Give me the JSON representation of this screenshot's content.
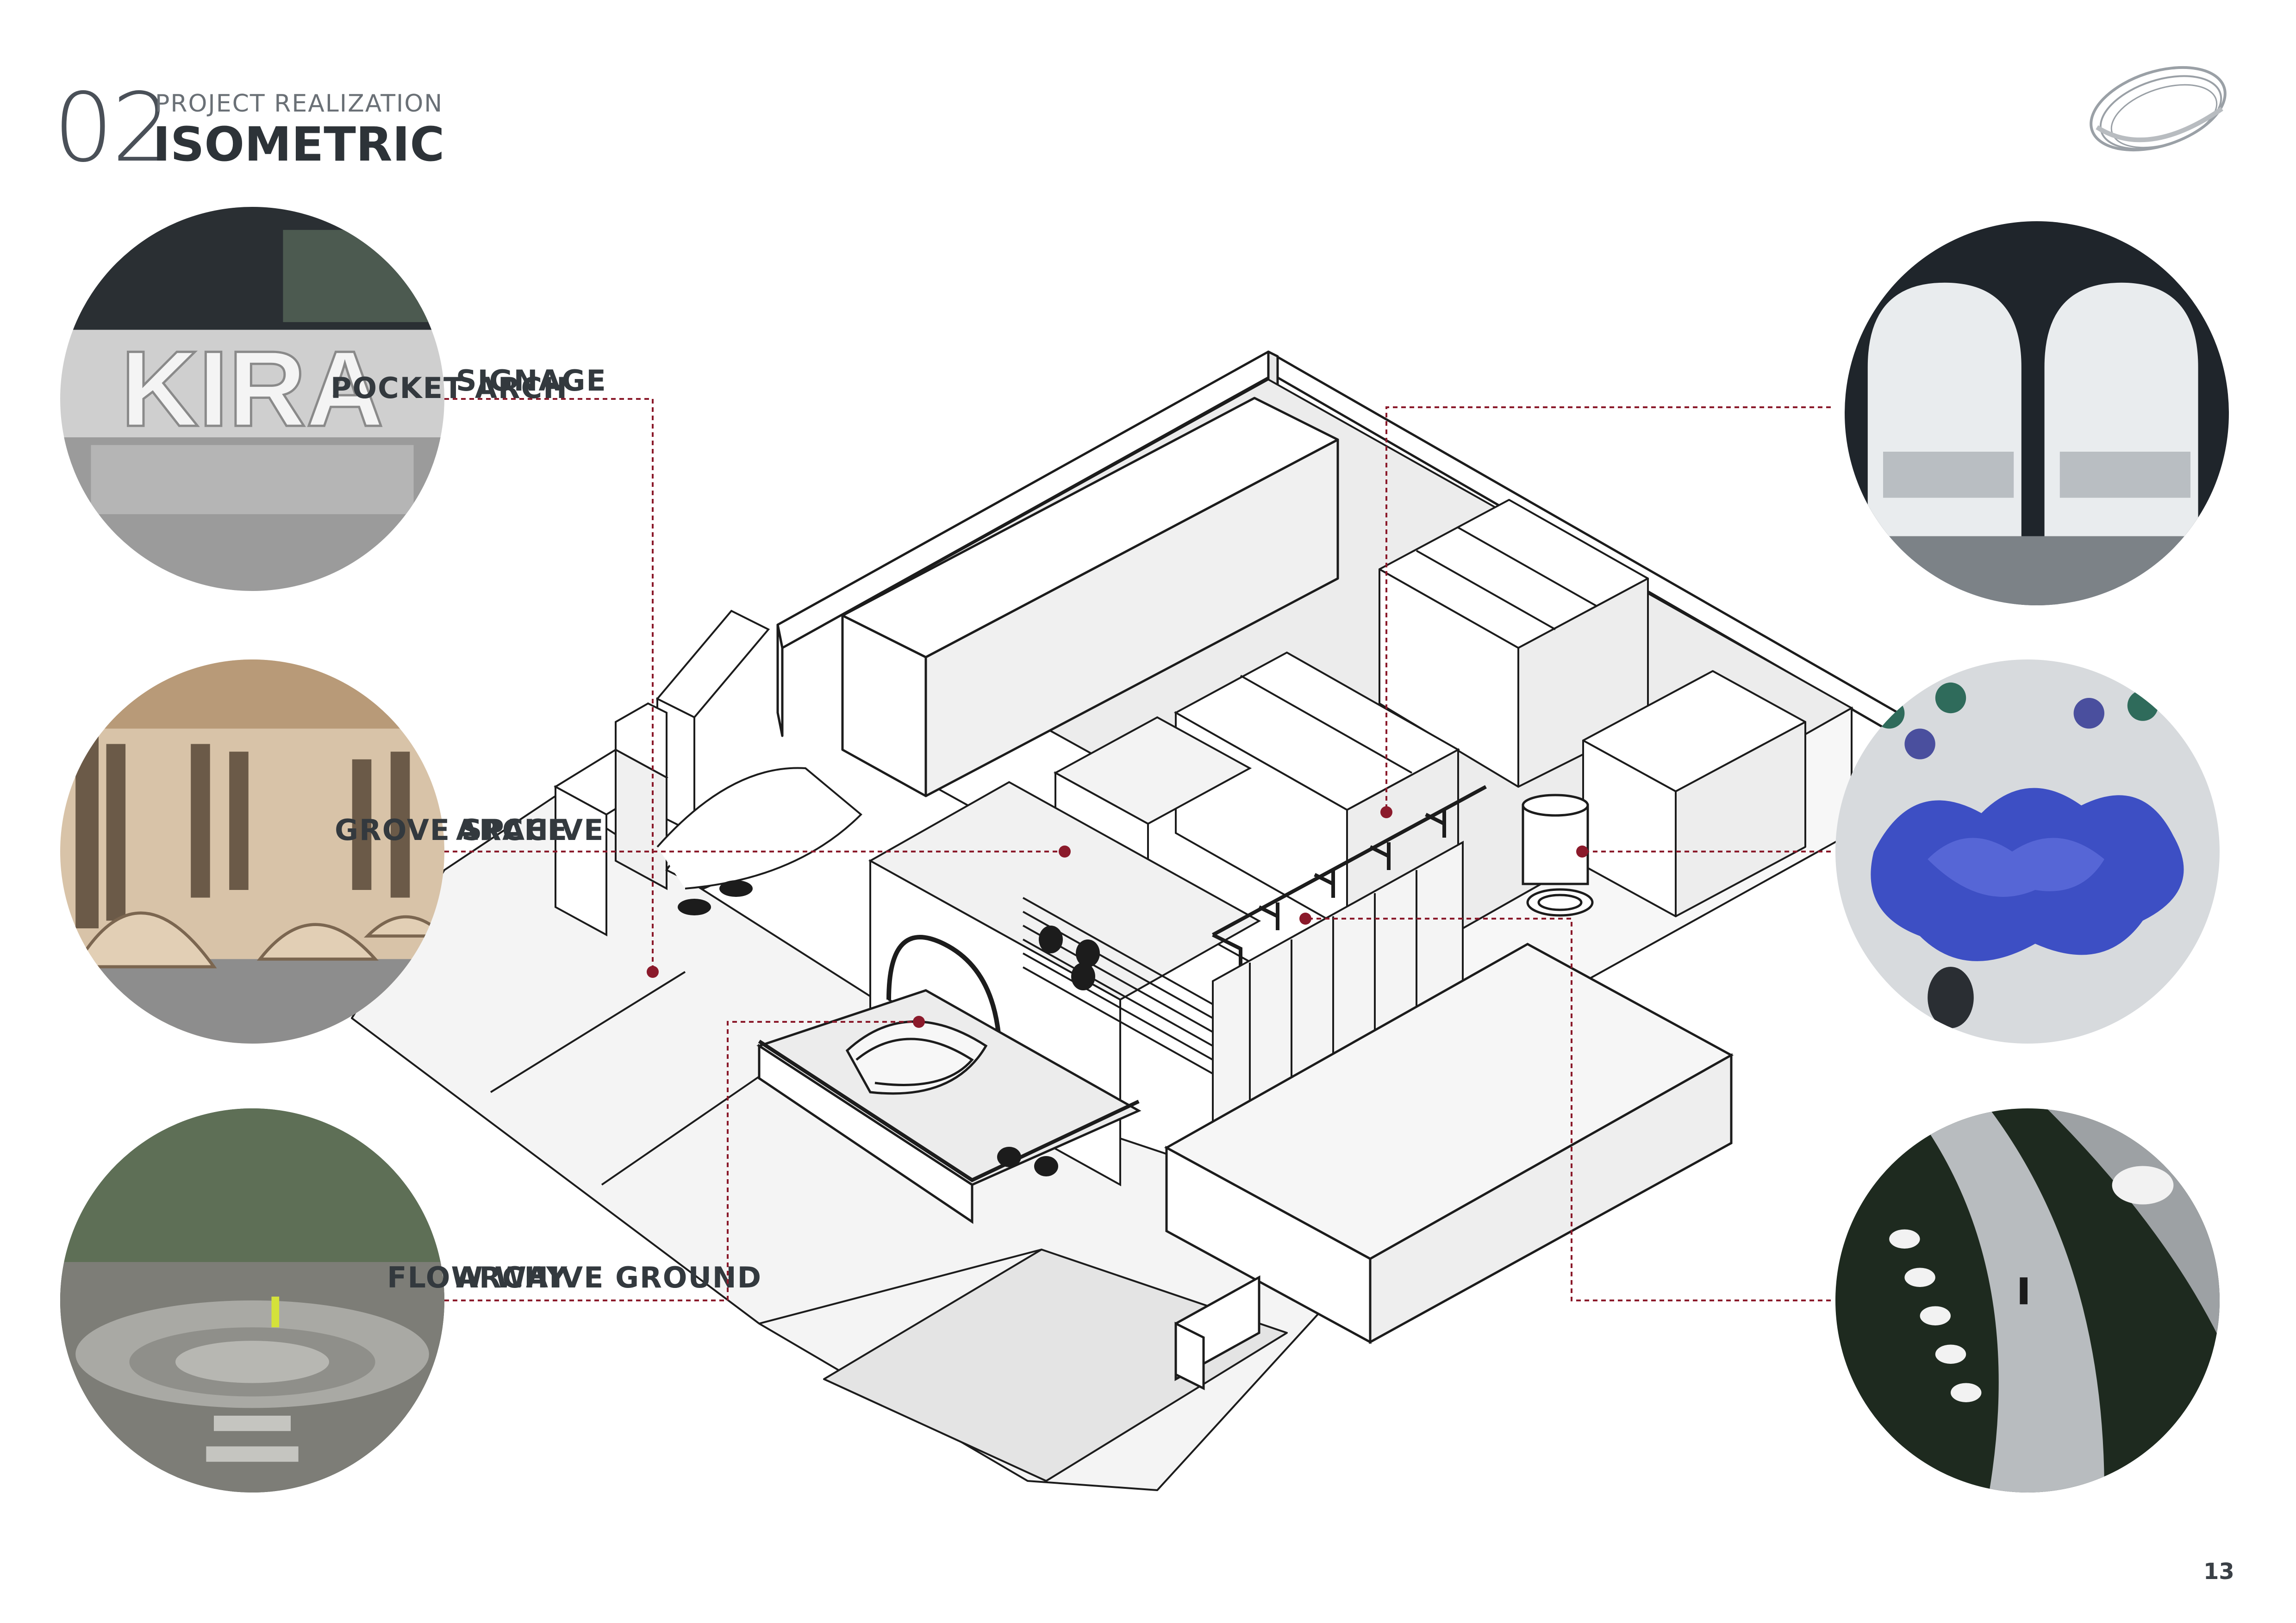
{
  "header": {
    "number": "02",
    "kicker": "PROJECT REALIZATION",
    "title": "ISOMETRIC"
  },
  "callouts": {
    "signage": "SIGNAGE",
    "archive": "ARCHIVE",
    "archive_ground": "ARCHIVE GROUND",
    "pocket_arch": "POCKET ARCH",
    "grove_space": "GROVE SPACE",
    "flow_way": "FLOW WAY"
  },
  "photos": {
    "signage": {
      "sign_text": "KIRA"
    }
  },
  "colors": {
    "leader": "#8b1a2b",
    "ink": "#1c1c1c",
    "floor": "#efefef",
    "sofa_blue": "#3d4fc4"
  },
  "page_number": "13"
}
